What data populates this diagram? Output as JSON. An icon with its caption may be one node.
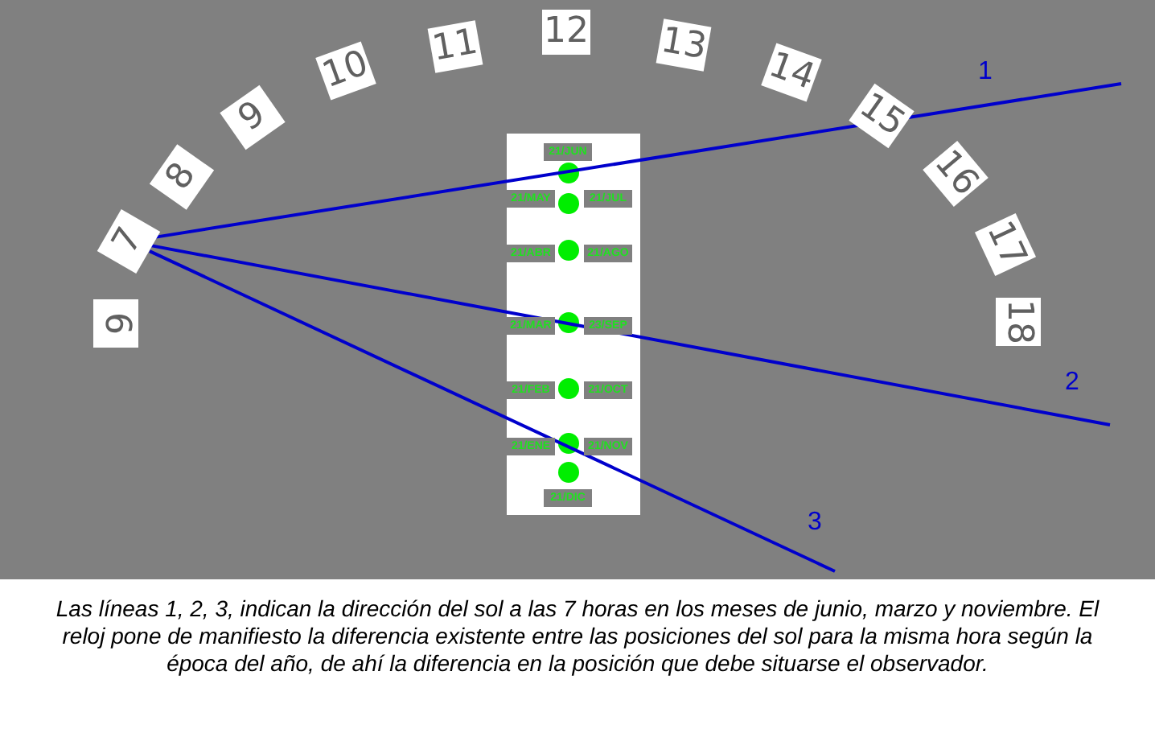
{
  "diagram": {
    "caption": "Las líneas 1, 2, 3, indican la dirección del sol a las 7 horas en los meses de junio, marzo y noviembre. El reloj pone de manifiesto la diferencia existente entre las posiciones del sol para la misma hora según la época del año, de ahí la diferencia en la posición que debe situarse el observador.",
    "nodes": [
      {
        "text": [
          "6"
        ]
      },
      {
        "text": [
          "7"
        ]
      },
      {
        "text": [
          "8"
        ]
      },
      {
        "text": [
          "9"
        ]
      },
      {
        "text": [
          "10"
        ]
      },
      {
        "text": [
          "11"
        ]
      },
      {
        "text": [
          "12"
        ]
      },
      {
        "text": [
          "13"
        ]
      },
      {
        "text": [
          "14"
        ]
      },
      {
        "text": [
          "15"
        ]
      },
      {
        "text": [
          "16"
        ]
      },
      {
        "text": [
          "17"
        ]
      },
      {
        "text": [
          "18"
        ]
      },
      {
        "text": [],
        "shape": "box"
      },
      {
        "text": [
          "21/JUN"
        ],
        "in": 13
      },
      {
        "text": [
          "21/MAY"
        ],
        "in": 13
      },
      {
        "text": [
          "21/JUL"
        ],
        "in": 13
      },
      {
        "text": [
          "21/ABR"
        ],
        "in": 13
      },
      {
        "text": [
          "21/AGO"
        ],
        "in": 13
      },
      {
        "text": [
          "21/MAR"
        ],
        "in": 13
      },
      {
        "text": [
          "23/SEP"
        ],
        "in": 13
      },
      {
        "text": [
          "21/FEB"
        ],
        "in": 13
      },
      {
        "text": [
          "21/OCT"
        ],
        "in": 13
      },
      {
        "text": [
          "21/ENE"
        ],
        "in": 13
      },
      {
        "text": [
          "21/NOV"
        ],
        "in": 13
      },
      {
        "text": [
          "21/DIC"
        ],
        "in": 13
      }
    ],
    "edges": [
      {
        "from": 1,
        "to": null,
        "arrow": "none"
      },
      {
        "from": 1,
        "to": null,
        "arrow": "none"
      },
      {
        "from": 1,
        "to": null,
        "arrow": "none"
      }
    ],
    "labels": [
      "1",
      "2",
      "3"
    ]
  }
}
